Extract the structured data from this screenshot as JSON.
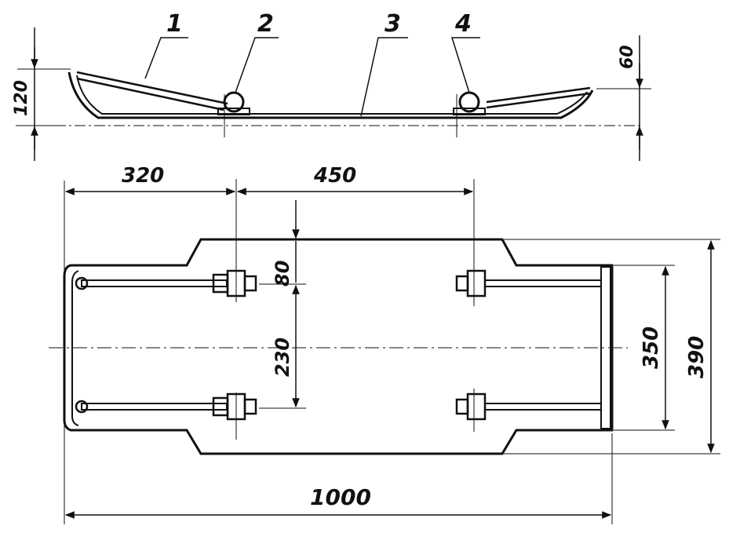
{
  "callouts": [
    "1",
    "2",
    "3",
    "4"
  ],
  "dimensions": {
    "side_height": "120",
    "tip_rise": "60",
    "front_to_mount": "320",
    "mount_spacing": "450",
    "edge_to_bolt": "80",
    "bolt_spacing": "230",
    "inner_width": "350",
    "overall_width": "390",
    "overall_length": "1000"
  },
  "colors": {
    "ink": "#111111",
    "paper": "#ffffff"
  }
}
